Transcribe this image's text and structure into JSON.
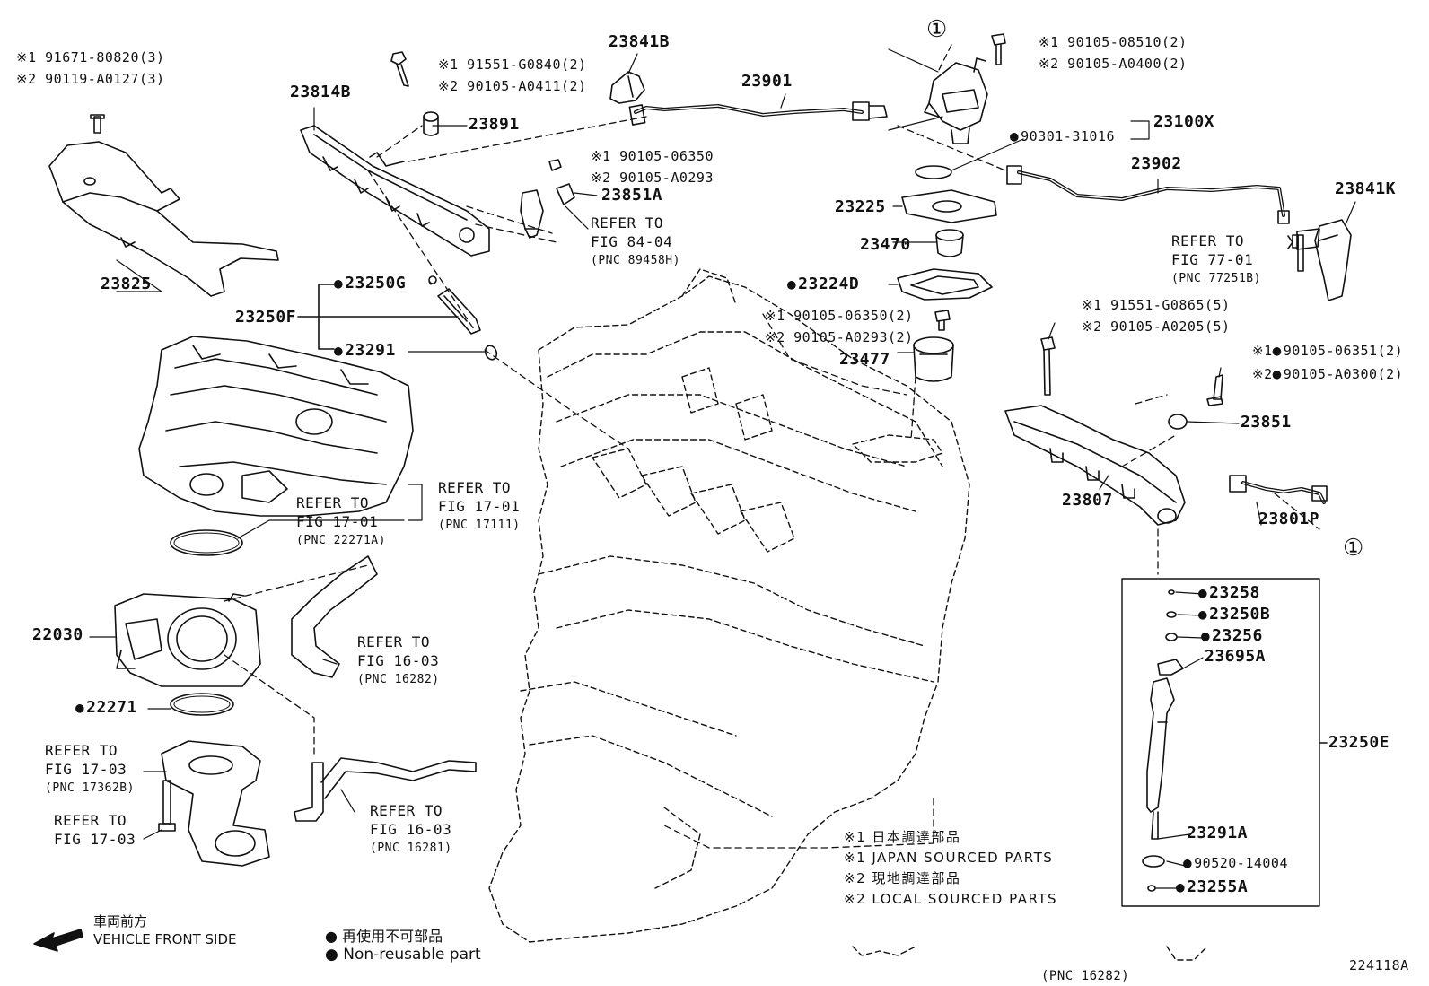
{
  "labels": {
    "l_91671": [
      "※1 91671-80820(3)",
      "※2 90119-A0127(3)"
    ],
    "l_23825": "23825",
    "l_23814b": "23814B",
    "l_91551_g0840": [
      "※1 91551-G0840(2)",
      "※2 90105-A0411(2)"
    ],
    "l_23891": "23891",
    "l_23841b": "23841B",
    "l_23901": "23901",
    "l_90105_06350_a": [
      "※1 90105-06350",
      "※2 90105-A0293"
    ],
    "l_23851a": "23851A",
    "l_refer_84_04": [
      "REFER TO",
      "FIG 84-04",
      "(PNC 89458H)"
    ],
    "l_circle1_top": "①",
    "l_90105_08510": [
      "※1 90105-08510(2)",
      "※2 90105-A0400(2)"
    ],
    "l_23100x": "23100X",
    "l_90301": "90301-31016",
    "l_23902": "23902",
    "l_23841k": "23841K",
    "l_refer_77_01": [
      "REFER TO",
      "FIG 77-01",
      "(PNC 77251B)"
    ],
    "l_23225": "23225",
    "l_23470": "23470",
    "l_23224d": "23224D",
    "l_90105_06350_b": [
      "※1 90105-06350(2)",
      "※2 90105-A0293(2)"
    ],
    "l_23477": "23477",
    "l_23250g": "23250G",
    "l_23250f": "23250F",
    "l_23291": "23291",
    "l_91551_g0865": [
      "※1 91551-G0865(5)",
      "※2 90105-A0205(5)"
    ],
    "l_90105_06351": [
      "※1",
      "90105-06351(2)",
      "※2",
      "90105-A0300(2)"
    ],
    "l_23851": "23851",
    "l_23807": "23807",
    "l_23801p": "23801P",
    "l_circle1_bottom": "①",
    "l_refer_17_01_a": [
      "REFER TO",
      "FIG 17-01",
      "(PNC 17111)"
    ],
    "l_refer_17_01_b": [
      "REFER TO",
      "FIG 17-01",
      "(PNC 22271A)"
    ],
    "l_22030": "22030",
    "l_refer_16_03_a": [
      "REFER TO",
      "FIG 16-03",
      "(PNC 16282)"
    ],
    "l_22271": "22271",
    "l_refer_17_03_a": [
      "REFER TO",
      "FIG 17-03",
      "(PNC 17362B)"
    ],
    "l_refer_17_03_b": [
      "REFER TO",
      "FIG 17-03"
    ],
    "l_refer_16_03_b": [
      "REFER TO",
      "FIG 16-03",
      "(PNC 16281)"
    ],
    "l_23258": "23258",
    "l_23250b": "23250B",
    "l_23256": "23256",
    "l_23695a": "23695A",
    "l_23250e": "23250E",
    "l_23291a": "23291A",
    "l_90520": "90520-14004",
    "l_23255a": "23255A",
    "l_pnc_16282_bottom": "(PNC 16282)",
    "l_fig_code": "224118A"
  },
  "legend": {
    "sourced_notes": [
      "※1 日本調達部品",
      "※1 JAPAN SOURCED PARTS",
      "※2 現地調達部品",
      "※2 LOCAL SOURCED PARTS"
    ],
    "front_jp": "車両前方",
    "front_en": "VEHICLE FRONT SIDE",
    "nonreuse_jp": "再使用不可部品",
    "nonreuse_en": "Non-reusable part"
  }
}
